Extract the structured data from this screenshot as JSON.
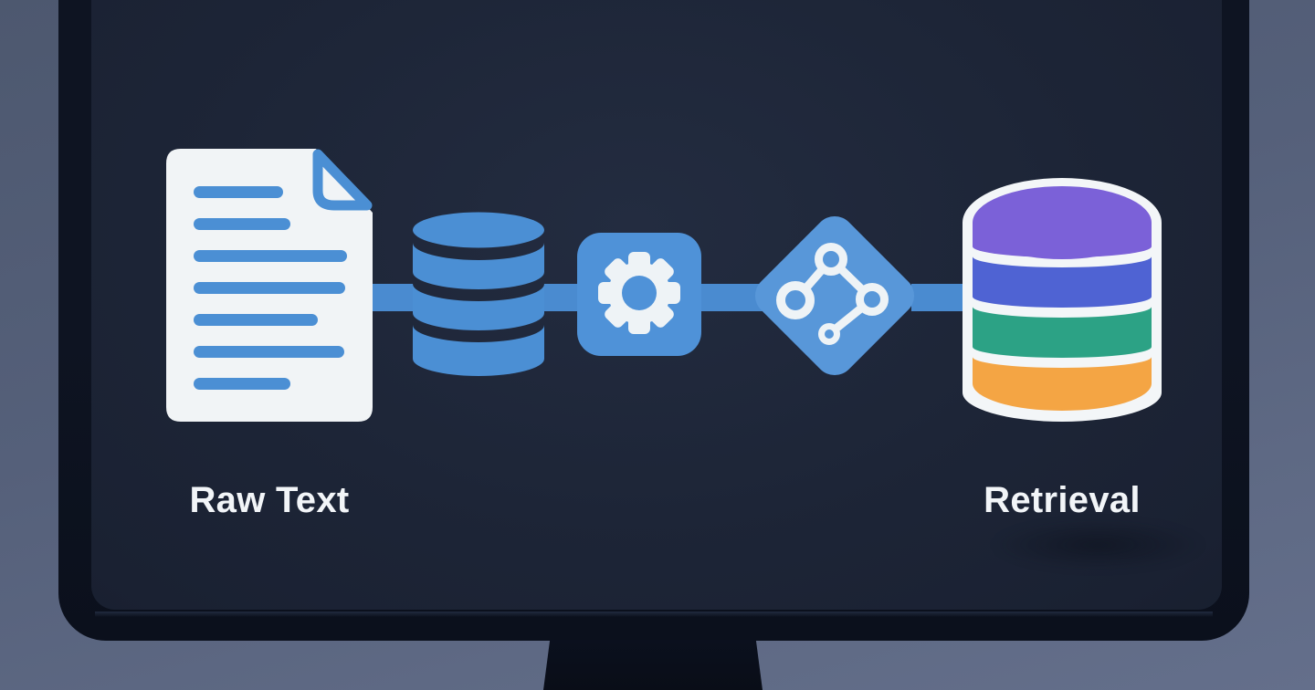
{
  "scene": {
    "title": "Raw text to retrieval pipeline illustration on a monitor",
    "display": "monitor-mockup"
  },
  "labels": {
    "raw_text": "Raw Text",
    "retrieval": "Retrieval"
  },
  "pipeline": {
    "stages": [
      {
        "id": "raw-text",
        "icon": "document-icon",
        "label": "Raw Text"
      },
      {
        "id": "storage",
        "icon": "database-icon",
        "label": ""
      },
      {
        "id": "processing",
        "icon": "gear-icon",
        "label": ""
      },
      {
        "id": "embedding",
        "icon": "network-graph-icon",
        "label": ""
      },
      {
        "id": "vector-store",
        "icon": "stacked-database-icon",
        "label": "Retrieval"
      }
    ],
    "connector_count": 4,
    "document_line_count": 7,
    "vector_db_layer_count": 4
  },
  "colors": {
    "accent_blue": "#4b8fd4",
    "connector_blue": "#4a8bd0",
    "gear_square_blue": "#4f92d8",
    "diamond_blue": "#5897d9",
    "icon_white": "#eef3f6",
    "document_white": "#f1f4f6",
    "vector_db_layers": [
      "#7b61d8",
      "#4f63d3",
      "#2ca285",
      "#f4a544"
    ],
    "screen_background": "#1c2436",
    "bezel": "#0c111d",
    "desk_background": "#57627b",
    "label_color": "#f2f5f8"
  }
}
